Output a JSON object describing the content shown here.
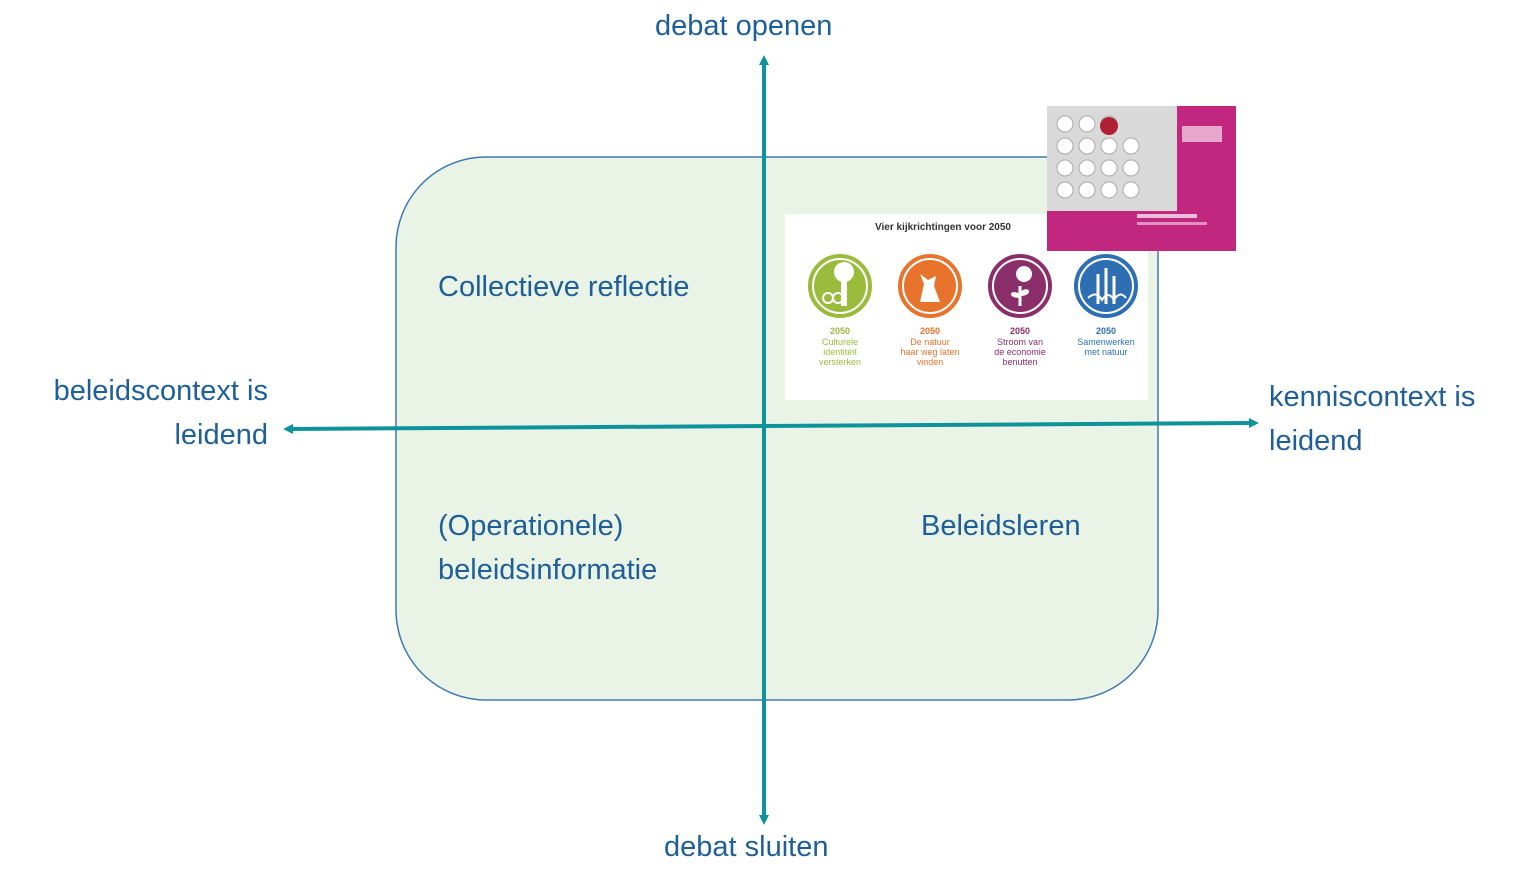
{
  "axes": {
    "top": "debat openen",
    "bottom": "debat sluiten",
    "left": "beleidscontext is\nleidend",
    "right": "kenniscontext is\nleidend"
  },
  "quadrants": {
    "top_left": "Collectieve reflectie",
    "bottom_left": "(Operationele)\nbeleidsinformatie",
    "bottom_right": "Beleidsleren"
  },
  "infographic": {
    "title": "Vier kijkrichtingen voor 2050",
    "items": [
      {
        "year": "2050",
        "text": "Culturele\nidentiteit\nversterken",
        "color": "#9bbb3c",
        "icon": "tree-bicycle-icon"
      },
      {
        "year": "2050",
        "text": "De natuur\nhaar weg laten\nvinden",
        "color": "#e8732c",
        "icon": "wolf-icon"
      },
      {
        "year": "2050",
        "text": "Stroom van\nde economie\nbenutten",
        "color": "#8a2f6a",
        "icon": "euro-plant-icon"
      },
      {
        "year": "2050",
        "text": "Samenwerken\nmet natuur",
        "color": "#2e6fb3",
        "icon": "reed-water-icon"
      }
    ]
  },
  "colors": {
    "axis": "#0f939b",
    "box_fill": "#eaf4e6",
    "box_stroke": "#3d78b5",
    "text": "#1f5f99",
    "report_magenta": "#c2277f"
  }
}
